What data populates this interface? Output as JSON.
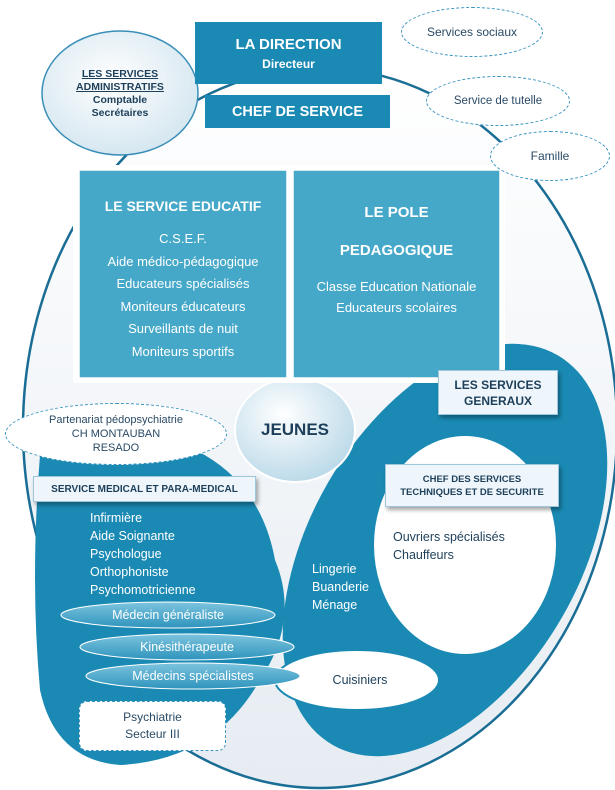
{
  "colors": {
    "primary": "#1a8ab4",
    "panel": "#46a8c8",
    "panel_border": "#ffffff",
    "big_oval_fill": "#edf1f5",
    "light_box": "#eef6fb",
    "dashed_border": "#3b95c0"
  },
  "direction": {
    "title": "LA DIRECTION",
    "subtitle": "Directeur"
  },
  "chef_service": {
    "label": "CHEF DE SERVICE"
  },
  "services_admin": {
    "title_line1": "LES SERVICES",
    "title_line2": "ADMINISTRATIFS",
    "items": [
      "Comptable",
      "Secrétaires"
    ]
  },
  "external": {
    "services_sociaux": "Services sociaux",
    "service_tutelle": "Service de tutelle",
    "famille": "Famille"
  },
  "service_educatif": {
    "title": "LE SERVICE EDUCATIF",
    "items": [
      "C.S.E.F.",
      "Aide médico-pédagogique",
      "Educateurs spécialisés",
      "Moniteurs éducateurs",
      "Surveillants de nuit",
      "Moniteurs sportifs"
    ]
  },
  "pole_pedagogique": {
    "title_line1": "LE POLE",
    "title_line2": "PEDAGOGIQUE",
    "items": [
      "Classe Education Nationale",
      "Educateurs scolaires"
    ]
  },
  "jeunes": {
    "label": "JEUNES"
  },
  "partenariat": {
    "lines": [
      "Partenariat pédopsychiatrie",
      "CH MONTAUBAN",
      "RESADO"
    ]
  },
  "service_medical": {
    "title": "SERVICE MEDICAL ET PARA-MEDICAL",
    "items": [
      "Infirmière",
      "Aide Soignante",
      "Psychologue",
      "Orthophoniste",
      "Psychomotricienne"
    ],
    "ovals": [
      "Médecin généraliste",
      "Kinésithérapeute",
      "Médecins spécialistes"
    ]
  },
  "psychiatrie": {
    "lines": [
      "Psychiatrie",
      "Secteur III"
    ]
  },
  "services_generaux": {
    "title_line1": "LES SERVICES",
    "title_line2": "GENERAUX",
    "items": [
      "Lingerie",
      "Buanderie",
      "Ménage"
    ]
  },
  "chef_techniques": {
    "title_line1": "CHEF DES SERVICES",
    "title_line2": "TECHNIQUES ET DE SECURITE",
    "items": [
      "Ouvriers spécialisés",
      "Chauffeurs"
    ]
  },
  "cuisiniers": {
    "label": "Cuisiniers"
  }
}
